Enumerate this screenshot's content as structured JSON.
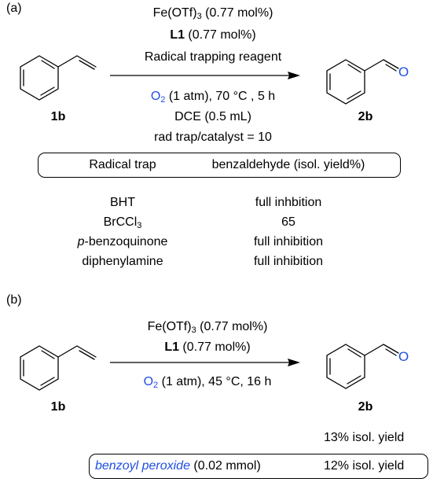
{
  "part_a": {
    "label": "(a)",
    "conditions_above": {
      "catalyst": "Fe(OTf)",
      "catalyst_sub": "3",
      "catalyst_loading": " (0.77 mol%)",
      "ligand": "L1",
      "ligand_loading": " (0.77 mol%)",
      "additive": "Radical trapping reagent"
    },
    "conditions_below": {
      "oxidant": "O",
      "oxidant_sub": "2",
      "oxidant_rest": " (1 atm), 70 °C , 5 h",
      "solvent": "DCE (0.5 mL)",
      "ratio": "rad trap/catalyst = 10"
    },
    "substrate_label": "1b",
    "product_label": "2b",
    "product_atom": "O",
    "table": {
      "headers": [
        "Radical trap",
        "benzaldehyde (isol. yield%)"
      ],
      "rows": [
        {
          "pre": "",
          "main": "BHT",
          "sub": "",
          "result": "full inhbition"
        },
        {
          "pre": "",
          "main": "BrCCl",
          "sub": "3",
          "result": "65"
        },
        {
          "pre": "p",
          "main": "-benzoquinone",
          "sub": "",
          "result": "full inhibition"
        },
        {
          "pre": "",
          "main": "diphenylamine",
          "sub": "",
          "result": "full inhibition"
        }
      ]
    }
  },
  "part_b": {
    "label": "(b)",
    "conditions_above": {
      "catalyst": "Fe(OTf)",
      "catalyst_sub": "3",
      "catalyst_loading": " (0.77 mol%)",
      "ligand": "L1",
      "ligand_loading": " (0.77 mol%)"
    },
    "conditions_below": {
      "oxidant": "O",
      "oxidant_sub": "2",
      "oxidant_rest": " (1 atm), 45 °C, 16 h"
    },
    "substrate_label": "1b",
    "product_label": "2b",
    "product_atom": "O",
    "yield_plain": "13% isol. yield",
    "peroxide_name": "benzoyl peroxide",
    "peroxide_amount": " (0.02 mmol)",
    "yield_peroxide": "12% isol. yield"
  },
  "colors": {
    "oxygen": "#1f4fe0",
    "peroxide": "#1f4fe0",
    "text": "#000000"
  }
}
